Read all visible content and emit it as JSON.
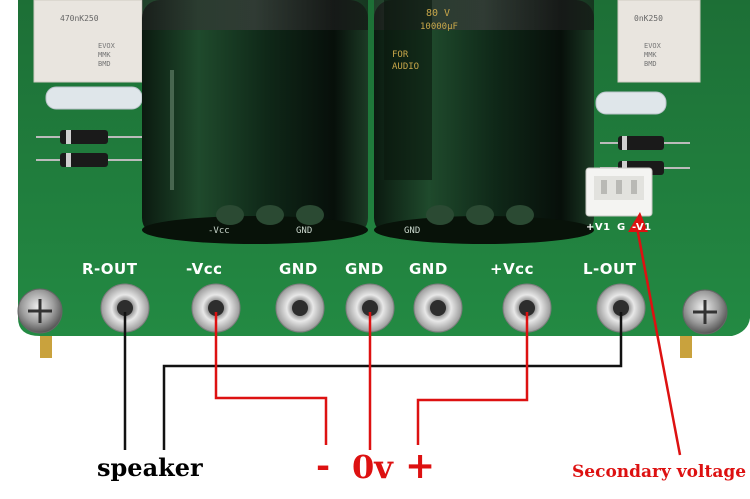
{
  "pads": [
    {
      "label": "R-OUT"
    },
    {
      "label": "-Vcc"
    },
    {
      "label": "GND"
    },
    {
      "label": "GND"
    },
    {
      "label": "GND"
    },
    {
      "label": "+Vcc"
    },
    {
      "label": "L-OUT"
    }
  ],
  "connector": {
    "labels": [
      "+V1",
      "G",
      "-V1"
    ]
  },
  "components": {
    "left_cap_label": "470nK250",
    "left_cap_brand": [
      "EVOX",
      "MMK",
      "BMD"
    ],
    "right_cap_label": "0nK250",
    "right_cap_brand": [
      "EVOX",
      "MMK",
      "BMD"
    ],
    "big_cap_text": [
      "80 V",
      "10000μF",
      "FOR",
      "AUDIO"
    ],
    "big_cap_gnd": [
      "GND",
      "GND"
    ],
    "big_cap_vcc": "-Vcc"
  },
  "annotations": {
    "speaker": "speaker",
    "minus": "-",
    "zero": "0v",
    "plus": "+",
    "secondary": "Secondary voltage"
  },
  "colors": {
    "pcb": "#1f7a3a",
    "wire_black": "#111111",
    "wire_red": "#dd1111",
    "text_red": "#dd1111"
  }
}
